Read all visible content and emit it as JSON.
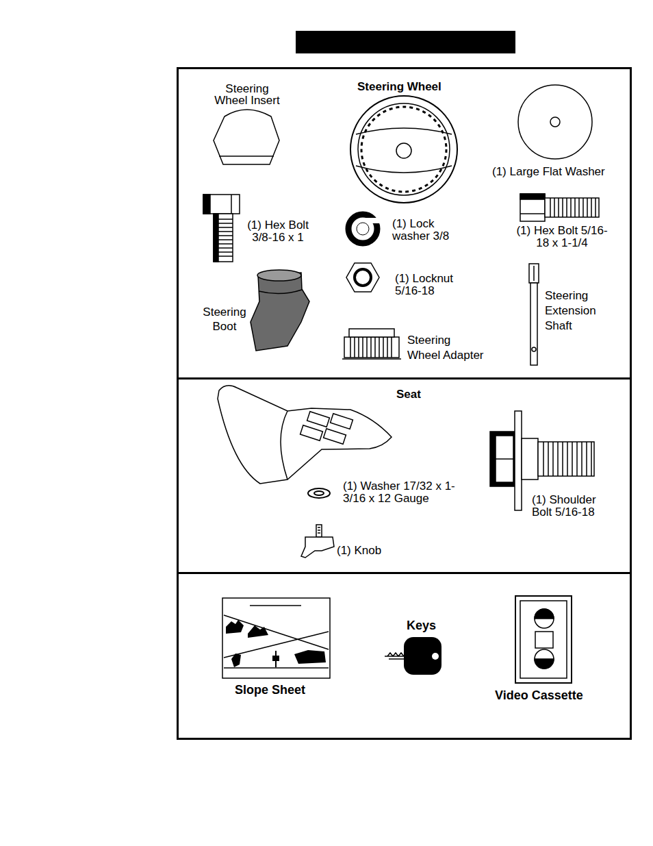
{
  "diagram": {
    "nodes": [
      {
        "text": [
          "Steering Wheel Insert",
          "Steering Wheel",
          "(1) Large Flat Washer",
          "(1) Hex Bolt 3/8-16 x 1",
          "(1) Lock washer 3/8",
          "(1) Hex Bolt 5/16-18 x 1-1/4",
          "Steering Boot",
          "(1) Locknut 5/16-18",
          "Steering Extension Shaft",
          "Steering Wheel Adapter"
        ]
      },
      {
        "text": [
          "Seat",
          "(1) Washer 17/32 x 1-3/16 x 12 Gauge",
          "(1) Shoulder Bolt 5/16-18",
          "(1) Knob"
        ]
      },
      {
        "text": [
          "Slope Sheet",
          "Keys",
          "Video Cassette"
        ]
      }
    ]
  }
}
